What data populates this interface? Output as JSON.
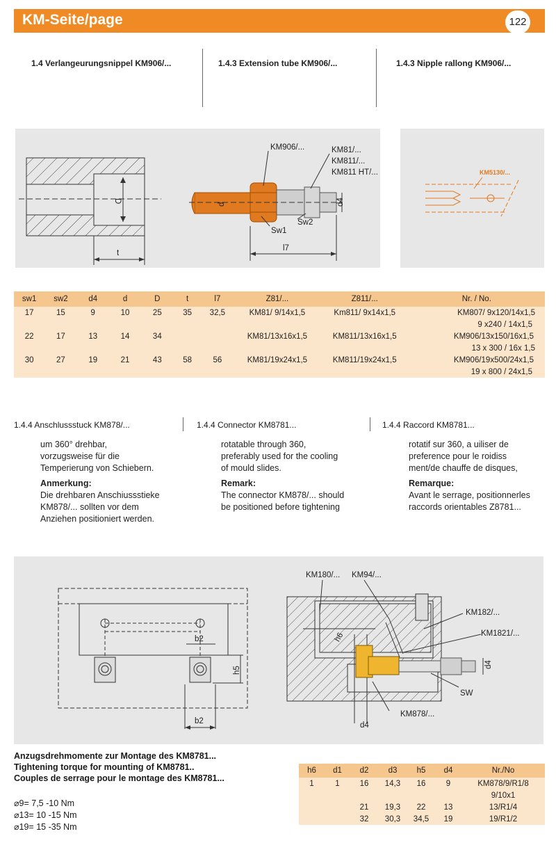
{
  "header": {
    "title": "KM-Seite/page",
    "page_number": "122"
  },
  "section1": {
    "de": "1.4   Verlangeurungsnippel KM906/...",
    "en": "1.4.3   Extension tube KM906/...",
    "fr": "1.4.3   Nipple rallong KM906/..."
  },
  "diagram1": {
    "label_t": "t",
    "label_D": "D",
    "label_km906": "KM906/...",
    "label_km81": "KM81/...",
    "label_km811": "KM811/...",
    "label_km811ht": "KM811 HT/...",
    "label_d": "d",
    "label_d4": "d4",
    "label_sw1": "Sw1",
    "label_sw2": "Sw2",
    "label_l7": "l7",
    "label_km5130": "KM5130/..."
  },
  "table1": {
    "headers": [
      "sw1",
      "sw2",
      "d4",
      "d",
      "D",
      "t",
      "l7",
      "Z81/...",
      "Z811/...",
      "Nr. / No."
    ],
    "row1": [
      "17",
      "15",
      "9",
      "10",
      "25",
      "35",
      "32,5",
      "KM81/  9/14x1,5",
      "Km811/  9x14x1,5",
      "KM807/ 9x120/14x1,5"
    ],
    "row1b": "9 x240 / 14x1,5",
    "row2": [
      "22",
      "17",
      "13",
      "14",
      "34",
      "KM81/13x16x1,5",
      "KM811/13x16x1,5",
      "KM906/13x150/16x1,5"
    ],
    "row2b": "13 x 300 / 16x 1,5",
    "row3": [
      "30",
      "27",
      "19",
      "21",
      "43",
      "58",
      "56",
      "KM81/19x24x1,5",
      "KM811/19x24x1,5",
      "KM906/19x500/24x1,5"
    ],
    "row3b": "19 x 800 / 24x1,5"
  },
  "section2": {
    "de": {
      "heading": "1.4.4  Anschlussstuck KM878/...",
      "l1": "um 360° drehbar,",
      "l2": "vorzugsweise für die",
      "l3": "Temperierung von Schiebern.",
      "remark": "Anmerkung:",
      "r1": "Die drehbaren Anschiussstieke",
      "r2": "KM878/... sollten vor dem",
      "r3": "Anziehen positioniert werden."
    },
    "en": {
      "heading": "1.4.4  Connector KM8781...",
      "l1": "rotatable through 360,",
      "l2": "preferably used for the cooling",
      "l3": "of mould slides.",
      "remark": "Remark:",
      "r1": "The connector KM878/... should",
      "r2": "be positioned before tightening"
    },
    "fr": {
      "heading": "1.4.4  Raccord KM8781...",
      "l1": "rotatif sur 360, a uiliser de",
      "l2": "preference pour le roidiss",
      "l3": "ment/de chauffe de disques,",
      "remark": "Remarque:",
      "r1": "Avant le serrage, positionnerles",
      "r2": "raccords orientables Z8781..."
    }
  },
  "diagram2": {
    "label_b2_top": "b2",
    "label_b2_bottom": "b2",
    "label_h5": "h5",
    "label_km180": "KM180/...",
    "label_km94": "KM94/...",
    "label_km182": "KM182/...",
    "label_km1821": "KM1821/...",
    "label_h6": "h6",
    "label_d4": "d4",
    "label_sw": "SW",
    "label_km878": "KM878/...",
    "label_d4_bottom": "d4"
  },
  "torque": {
    "t1": "Anzugsdrehmomente zur Montage des KM8781...",
    "t2": "Tightening torque for mounting of KM8781..",
    "t3": "Couples de serrage pour le montage des  KM8781...",
    "v1": "⌀9=  7,5 -10 Nm",
    "v2": "⌀13= 10 -15 Nm",
    "v3": "⌀19= 15 -35 Nm"
  },
  "table2": {
    "headers": [
      "h6",
      "d1",
      "d2",
      "d3",
      "h5",
      "d4",
      "Nr./No"
    ],
    "row1": [
      "1",
      "1",
      "16",
      "14,3",
      "16",
      "9",
      "KM878/9/R1/8"
    ],
    "row1b": "9/10x1",
    "row2": [
      "21",
      "19,3",
      "22",
      "13",
      "13/R1/4"
    ],
    "row3": [
      "32",
      "30,3",
      "34,5",
      "19",
      "19/R1/2"
    ]
  },
  "colors": {
    "accent": "#f08a24",
    "table_header": "#f5c68e",
    "table_body": "#fbe6cc",
    "panel": "#e7e7e7"
  }
}
